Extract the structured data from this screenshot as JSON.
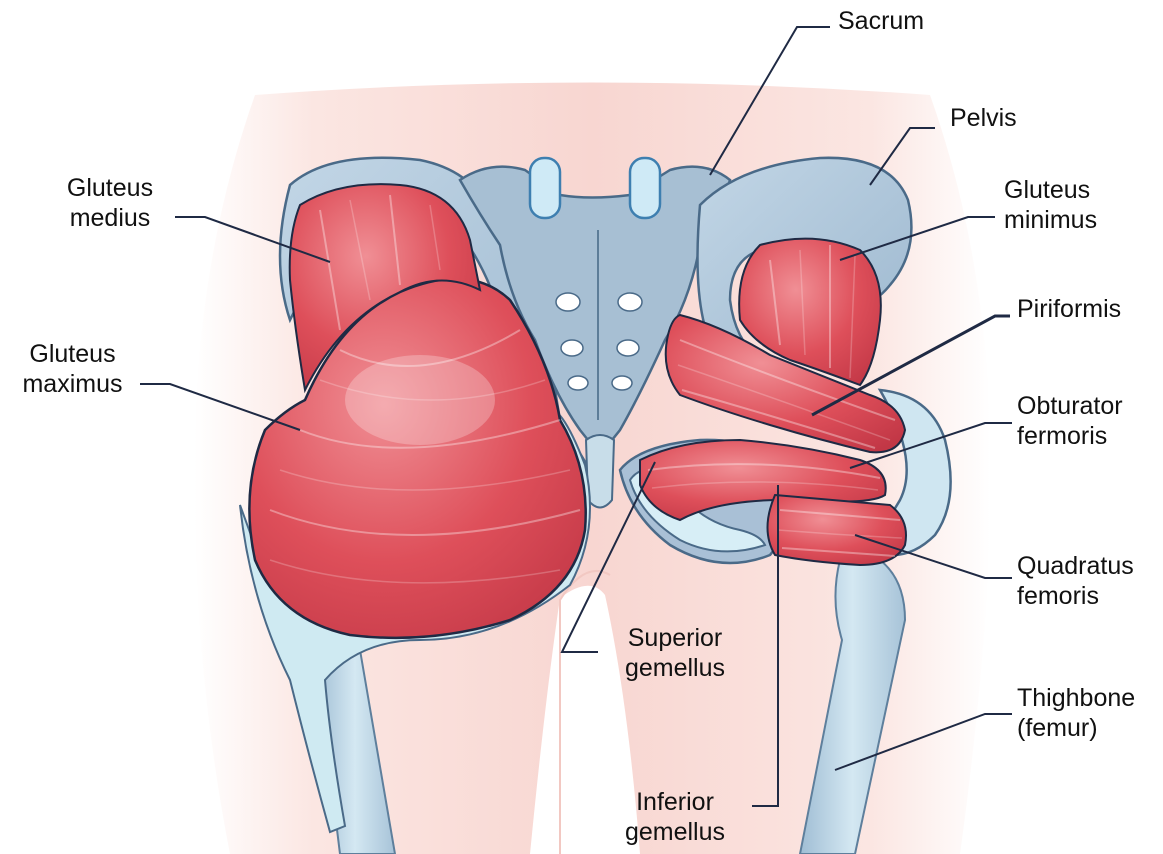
{
  "labels": {
    "sacrum": "Sacrum",
    "pelvis": "Pelvis",
    "gluteus_minimus": "Gluteus\nminimus",
    "piriformis": "Piriformis",
    "obturator": "Obturator\nfermoris",
    "quadratus": "Quadratus\nfemoris",
    "thighbone": "Thighbone\n(femur)",
    "gluteus_medius": "Gluteus\nmedius",
    "gluteus_maximus": "Gluteus\nmaximus",
    "superior_gemellus": "Superior\ngemellus",
    "inferior_gemellus": "Inferior\ngemellus"
  },
  "colors": {
    "skin": "#fbe3df",
    "muscle": "#d8444f",
    "muscle_dark": "#b62f3d",
    "bone": "#a9c4da",
    "bone_light": "#c9e8f2",
    "cartilage": "#d8f0f6",
    "leader": "#1f2a44"
  }
}
